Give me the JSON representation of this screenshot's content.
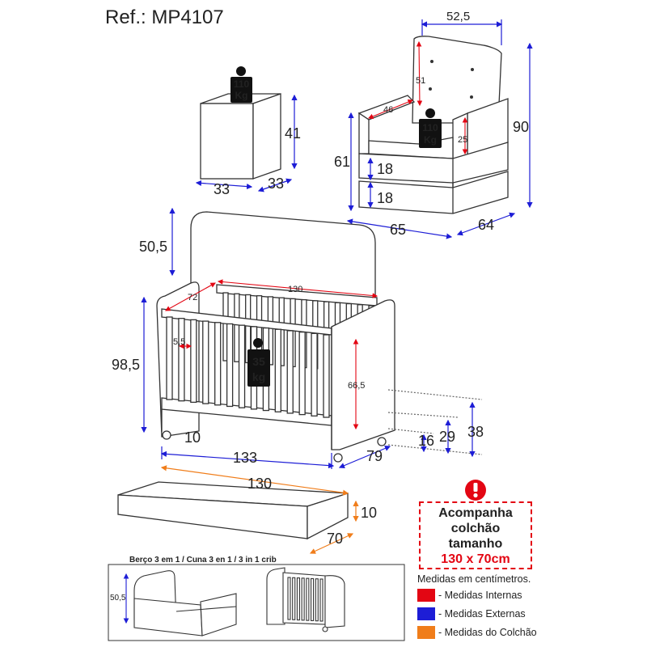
{
  "header": {
    "ref": "Ref.: MP4107"
  },
  "nightstand": {
    "width": "33",
    "depth": "33",
    "height": "41",
    "load": [
      "110",
      "Kg"
    ]
  },
  "armchair": {
    "width": "52,5",
    "backrest": "51",
    "seat_depth": "46",
    "arm_height": "25",
    "total_height": "90",
    "seat_height": "61",
    "block_upper": "18",
    "block_lower": "18",
    "base_width": "65",
    "base_depth": "64",
    "load": [
      "110",
      "Kg"
    ]
  },
  "crib": {
    "headboard": "50,5",
    "inner_length": "130",
    "inner_width": "72",
    "slat_gap": "5,5",
    "total_height": "98,5",
    "inner_height": "66,5",
    "leg": "10",
    "length": "133",
    "depth": "79",
    "h16": "16",
    "h29": "29",
    "h38": "38",
    "load": [
      "35",
      "kg"
    ]
  },
  "mattress": {
    "length": "130",
    "thickness": "10",
    "width": "70"
  },
  "notice": {
    "icon": "exclamation-icon",
    "line1": "Acompanha",
    "line2": "colchão",
    "line3": "tamanho",
    "size": "130 x 70cm"
  },
  "legend": {
    "units": "Medidas em centímetros.",
    "items": [
      {
        "label": "- Medidas Internas",
        "color": "#e30613"
      },
      {
        "label": "- Medidas Externas",
        "color": "#1d1dd6"
      },
      {
        "label": "- Medidas do Colchão",
        "color": "#f07d1a"
      }
    ]
  },
  "conversion": {
    "title": "Berço 3 em 1 / Cuna 3 en 1 / 3 in 1 crib",
    "height": "50,5"
  }
}
